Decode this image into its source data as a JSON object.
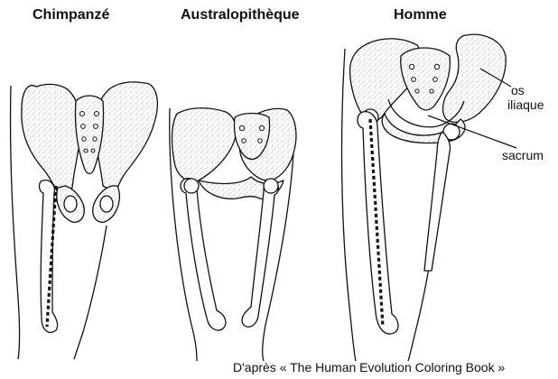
{
  "panels": [
    {
      "title": "Chimpanzé"
    },
    {
      "title": "Australopithèque"
    },
    {
      "title": "Homme"
    }
  ],
  "labels": {
    "os_line1": "os",
    "os_line2": "iliaque",
    "sacrum": "sacrum"
  },
  "caption": "D'après « The Human Evolution  Coloring Book »",
  "colors": {
    "ink": "#111111",
    "bone_stipple": "#8a8a8a",
    "background": "#ffffff"
  }
}
